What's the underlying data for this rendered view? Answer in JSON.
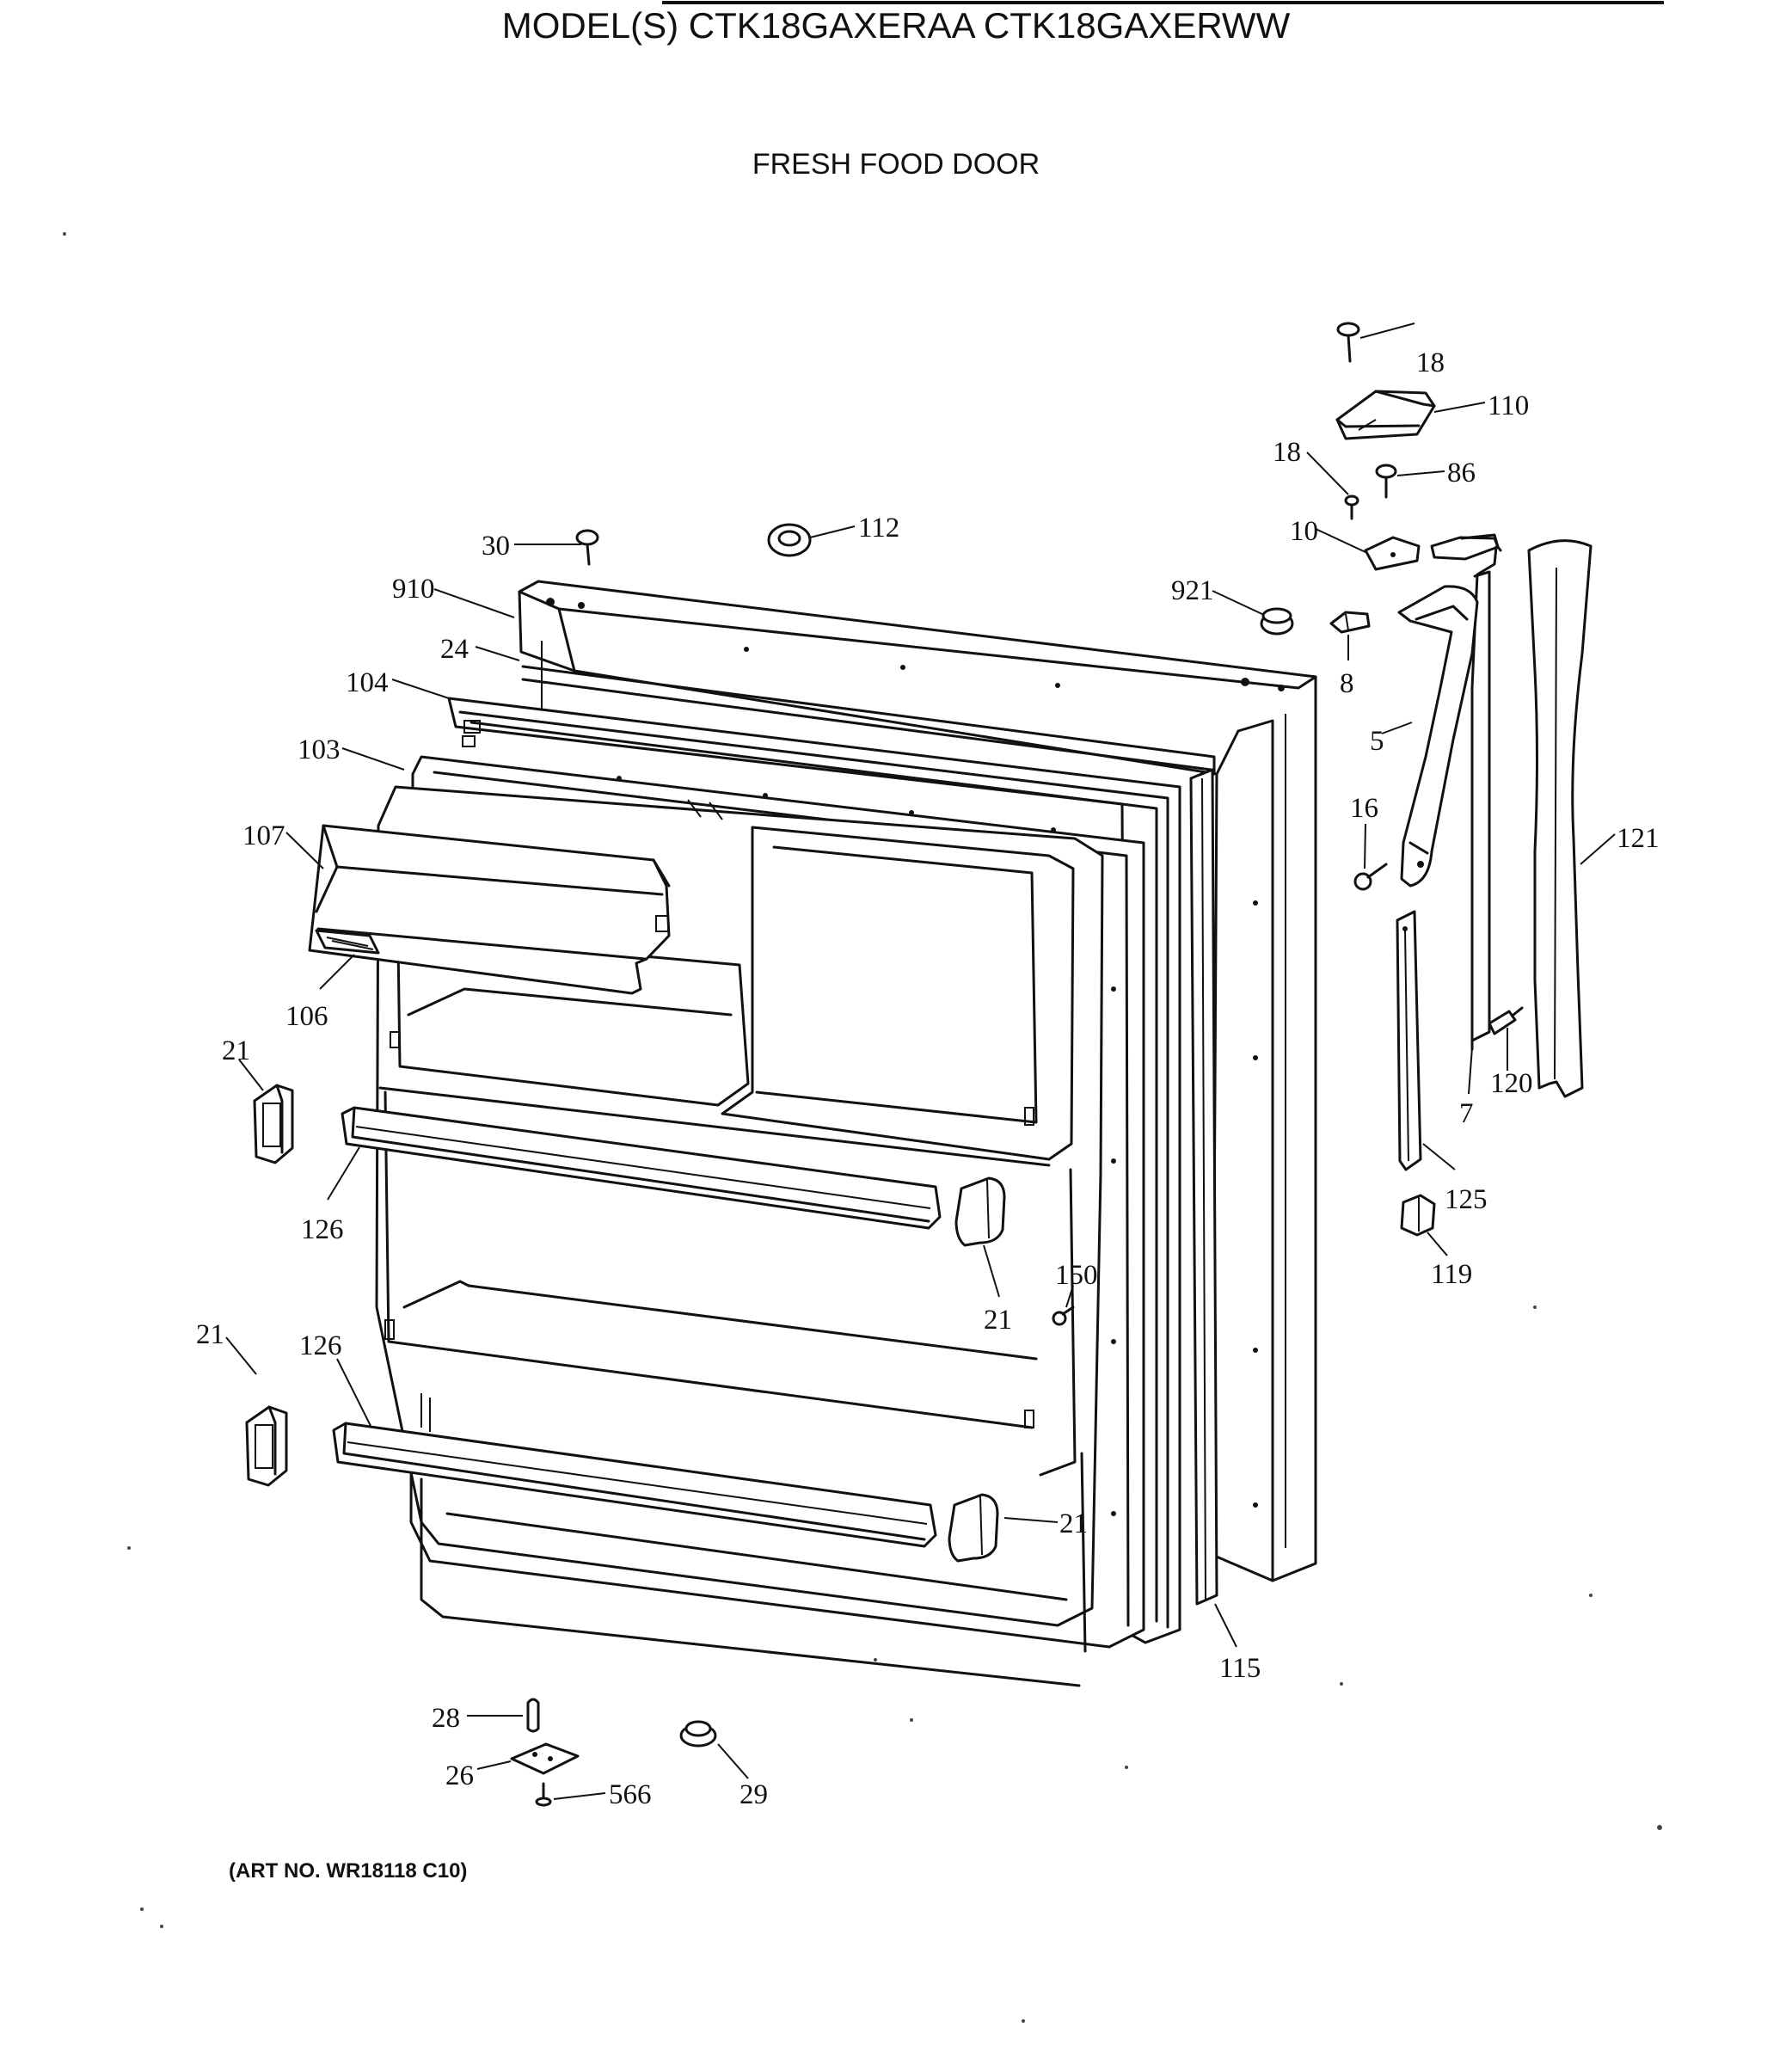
{
  "header": {
    "model_title": "MODEL(S) CTK18GAXERAA  CTK18GAXERWW",
    "section_title": "FRESH FOOD DOOR"
  },
  "footer": {
    "art_number": "(ART NO. WR18118 C10)"
  },
  "callouts": {
    "c18a": "18",
    "c110": "110",
    "c18b": "18",
    "c86": "86",
    "c30": "30",
    "c112": "112",
    "c10": "10",
    "c910": "910",
    "c921": "921",
    "c24": "24",
    "c8": "8",
    "c104": "104",
    "c5": "5",
    "c103": "103",
    "c16": "16",
    "c107": "107",
    "c121": "121",
    "c106": "106",
    "c21a": "21",
    "c120": "120",
    "c7": "7",
    "c126a": "126",
    "c125": "125",
    "c21b": "21",
    "c150": "150",
    "c119": "119",
    "c21c": "21",
    "c126b": "126",
    "c21d": "21",
    "c115": "115",
    "c28": "28",
    "c26": "26",
    "c566": "566",
    "c29": "29"
  }
}
